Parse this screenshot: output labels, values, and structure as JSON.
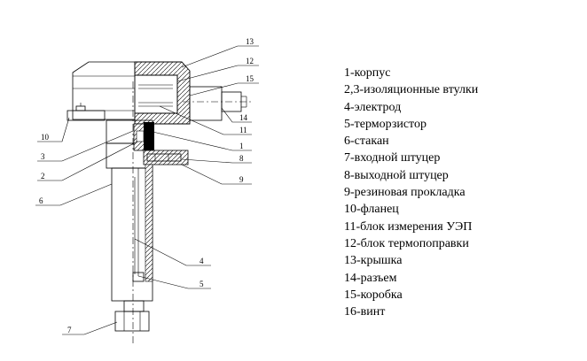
{
  "callouts": [
    "13",
    "12",
    "15",
    "14",
    "11",
    "1",
    "8",
    "9",
    "10",
    "3",
    "2",
    "6",
    "4",
    "5",
    "7"
  ],
  "legend": [
    "1-корпус",
    "2,3-изоляционные втулки",
    "4-электрод",
    "5-терморзистор",
    "6-стакан",
    "7-входной штуцер",
    "8-выходной штуцер",
    "9-резиновая прокладка",
    "10-фланец",
    "11-блок измерения УЭП",
    "12-блок термопоправки",
    "13-крышка",
    "14-разъем",
    "15-коробка",
    "16-винт"
  ]
}
